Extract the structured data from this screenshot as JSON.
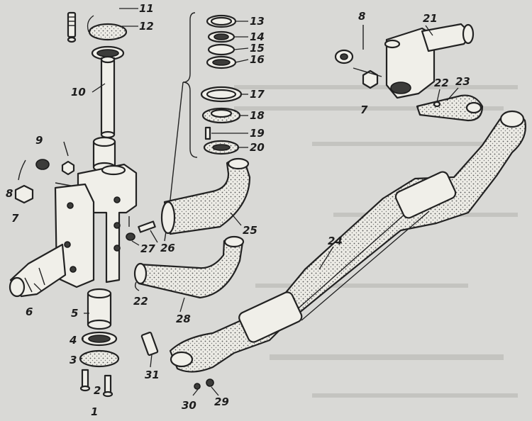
{
  "labels": {
    "l1": "1",
    "l2": "2",
    "l3": "3",
    "l4": "4",
    "l5": "5",
    "l6": "6",
    "l7a": "7",
    "l7b": "7",
    "l8a": "8",
    "l8b": "8",
    "l9": "9",
    "l10": "10",
    "l11": "11",
    "l12": "12",
    "l13": "13",
    "l14": "14",
    "l15": "15",
    "l16": "16",
    "l17": "17",
    "l18": "18",
    "l19": "19",
    "l20": "20",
    "l21": "21",
    "l22a": "22",
    "l22b": "22",
    "l23": "23",
    "l24": "24",
    "l25": "25",
    "l26": "26",
    "l27": "27",
    "l28": "28",
    "l29": "29",
    "l30": "30",
    "l31": "31"
  }
}
